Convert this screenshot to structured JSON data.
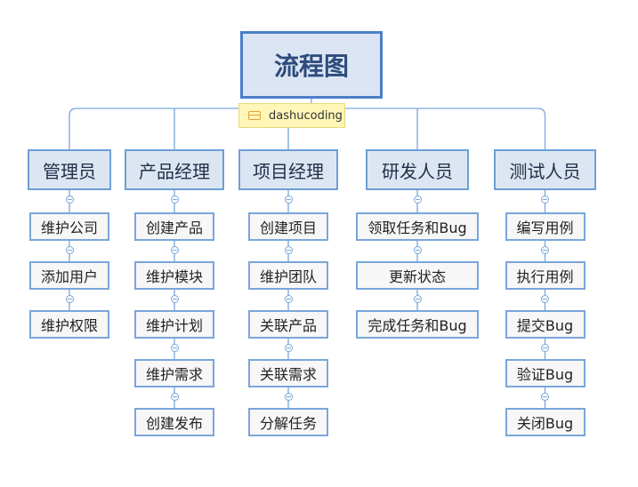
{
  "root": {
    "title": "流程图"
  },
  "note": {
    "text": "dashucoding"
  },
  "roles": [
    {
      "name": "管理员",
      "tasks": [
        "维护公司",
        "添加用户",
        "维护权限"
      ]
    },
    {
      "name": "产品经理",
      "tasks": [
        "创建产品",
        "维护模块",
        "维护计划",
        "维护需求",
        "创建发布"
      ]
    },
    {
      "name": "项目经理",
      "tasks": [
        "创建项目",
        "维护团队",
        "关联产品",
        "关联需求",
        "分解任务"
      ]
    },
    {
      "name": "研发人员",
      "tasks": [
        "领取任务和Bug",
        "更新状态",
        "完成任务和Bug"
      ]
    },
    {
      "name": "测试人员",
      "tasks": [
        "编写用例",
        "执行用例",
        "提交Bug",
        "验证Bug",
        "关闭Bug"
      ]
    }
  ],
  "colors": {
    "root_border": "#4a7fc8",
    "line": "#7aa6d9",
    "note_bg": "#fff6b8"
  }
}
